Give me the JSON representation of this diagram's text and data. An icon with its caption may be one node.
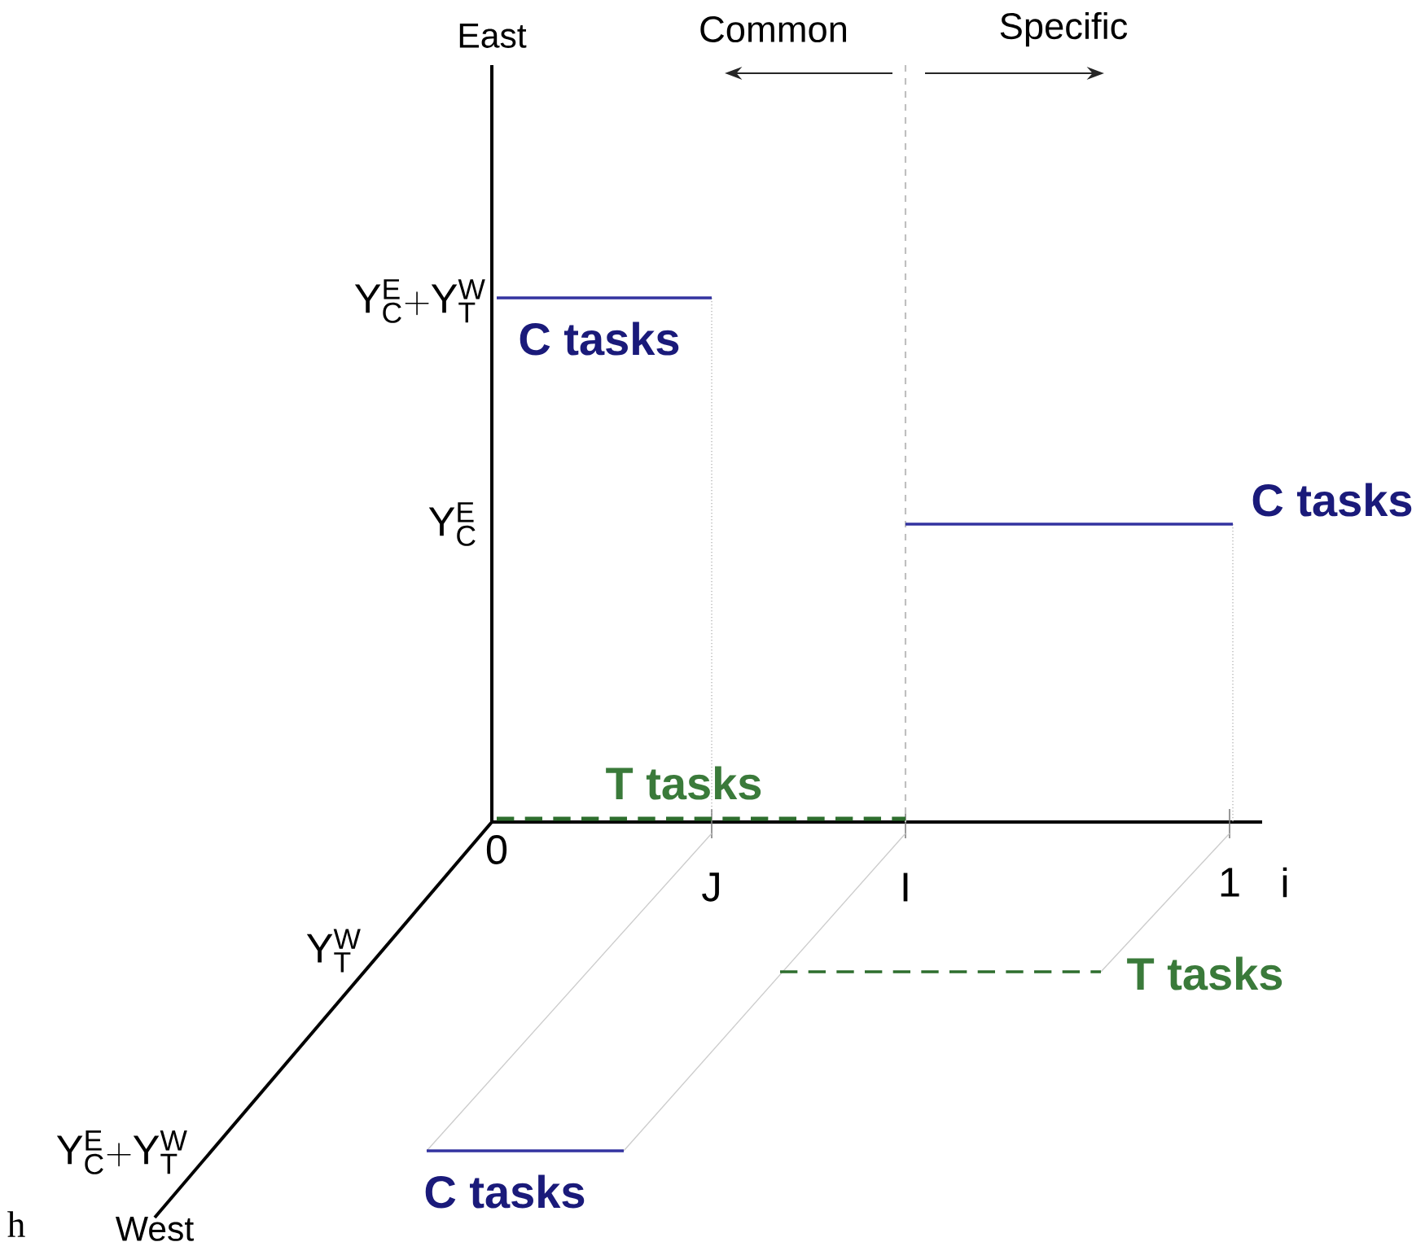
{
  "diagram": {
    "labels": [
      "East",
      "Common",
      "Specific",
      "\\mathrm{Y}^{\\mathrm{E}}_{\\mathrm{C}}{+}\\mathrm{Y}^{\\mathrm{W}}_{\\mathrm{T}}",
      "C tasks",
      "\\mathrm{Y}^{\\mathrm{E}}_{\\mathrm{C}}",
      "C tasks",
      "T tasks",
      "0",
      "J",
      "I",
      "1",
      "i",
      "\\mathrm{Y}^{\\mathrm{W}}_{\\mathrm{T}}",
      "T tasks",
      "\\mathrm{Y}^{\\mathrm{E}}_{\\mathrm{C}}{+}\\mathrm{Y}^{\\mathrm{W}}_{\\mathrm{T}}",
      "C tasks",
      "h",
      "West"
    ]
  }
}
